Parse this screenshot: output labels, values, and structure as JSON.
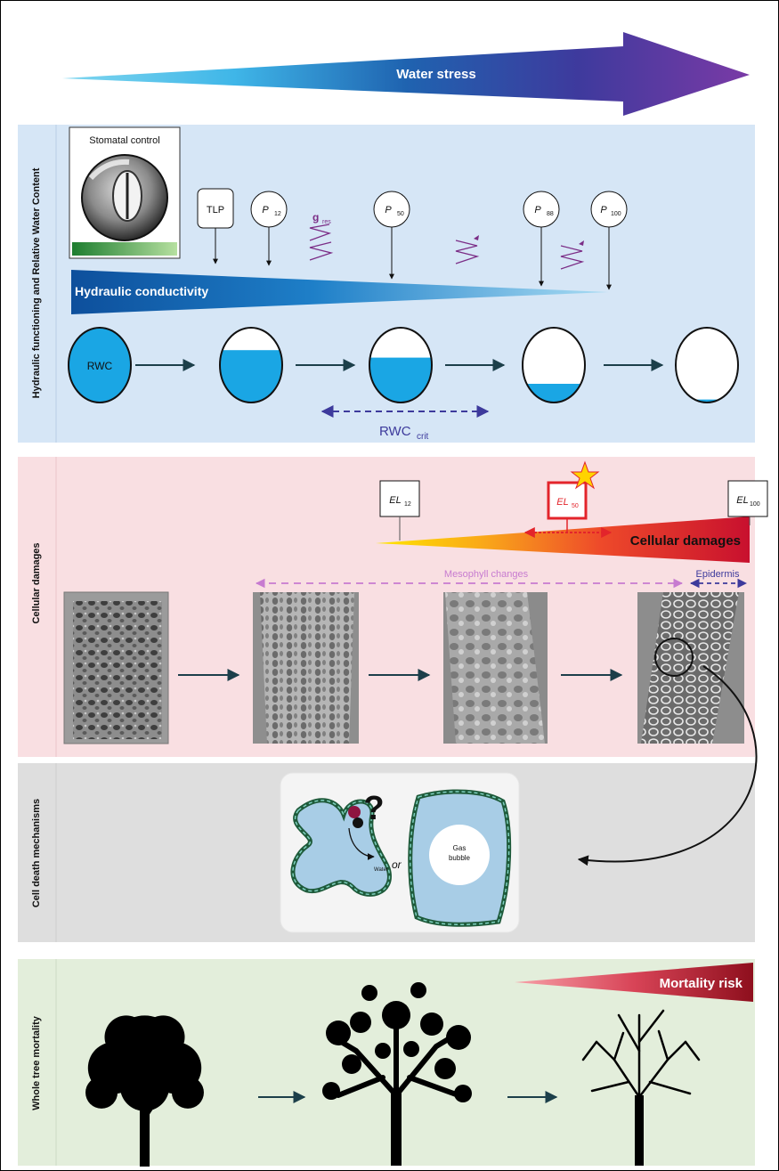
{
  "header": {
    "title": "Water stress"
  },
  "panels": {
    "hydraulic": {
      "side_label": "Hydraulic functioning and Relative Water Content",
      "stomatal_label": "Stomatal control",
      "conductivity_label": "Hydraulic conductivity",
      "gres": {
        "main": "g",
        "sub": "res"
      },
      "markers": [
        {
          "main": "TLP",
          "sub": ""
        },
        {
          "main": "P",
          "sub": "12"
        },
        {
          "main": "P",
          "sub": "50"
        },
        {
          "main": "P",
          "sub": "88"
        },
        {
          "main": "P",
          "sub": "100"
        }
      ],
      "rwc_label": "RWC",
      "rwc_fill_levels": [
        1.0,
        0.7,
        0.6,
        0.25,
        0.04
      ],
      "rwc_crit": {
        "main": "RWC",
        "sub": "crit"
      }
    },
    "cellular": {
      "side_label": "Cellular damages",
      "damage_label": "Cellular damages",
      "markers": [
        {
          "main": "EL",
          "sub": "12"
        },
        {
          "main": "EL",
          "sub": "50"
        },
        {
          "main": "EL",
          "sub": "100"
        }
      ],
      "mesophyll_label": "Mesophyll changes",
      "epidermis_label": "Epidermis"
    },
    "celldeath": {
      "side_label": "Cell death mechanisms",
      "question_mark": "?",
      "water_label": "Water",
      "or_label": "or",
      "gas_label_1": "Gas",
      "gas_label_2": "bubble"
    },
    "mortality": {
      "side_label": "Whole tree mortality",
      "risk_label": "Mortality risk"
    }
  },
  "colors": {
    "hydraulic_bg": "#d6e6f6",
    "cellular_bg": "#f9dfe2",
    "celldeath_bg": "#dedede",
    "mortality_bg": "#e3eedb",
    "water": "#1aa6e4",
    "gres_purple": "#7b2d86",
    "crit_arrow": "#3d3a9c",
    "el50_red": "#e3242b",
    "mesophyll_purple": "#c77bd0",
    "epidermis_blue": "#3d3a9c",
    "arrow_dark": "#1c3f4a"
  }
}
